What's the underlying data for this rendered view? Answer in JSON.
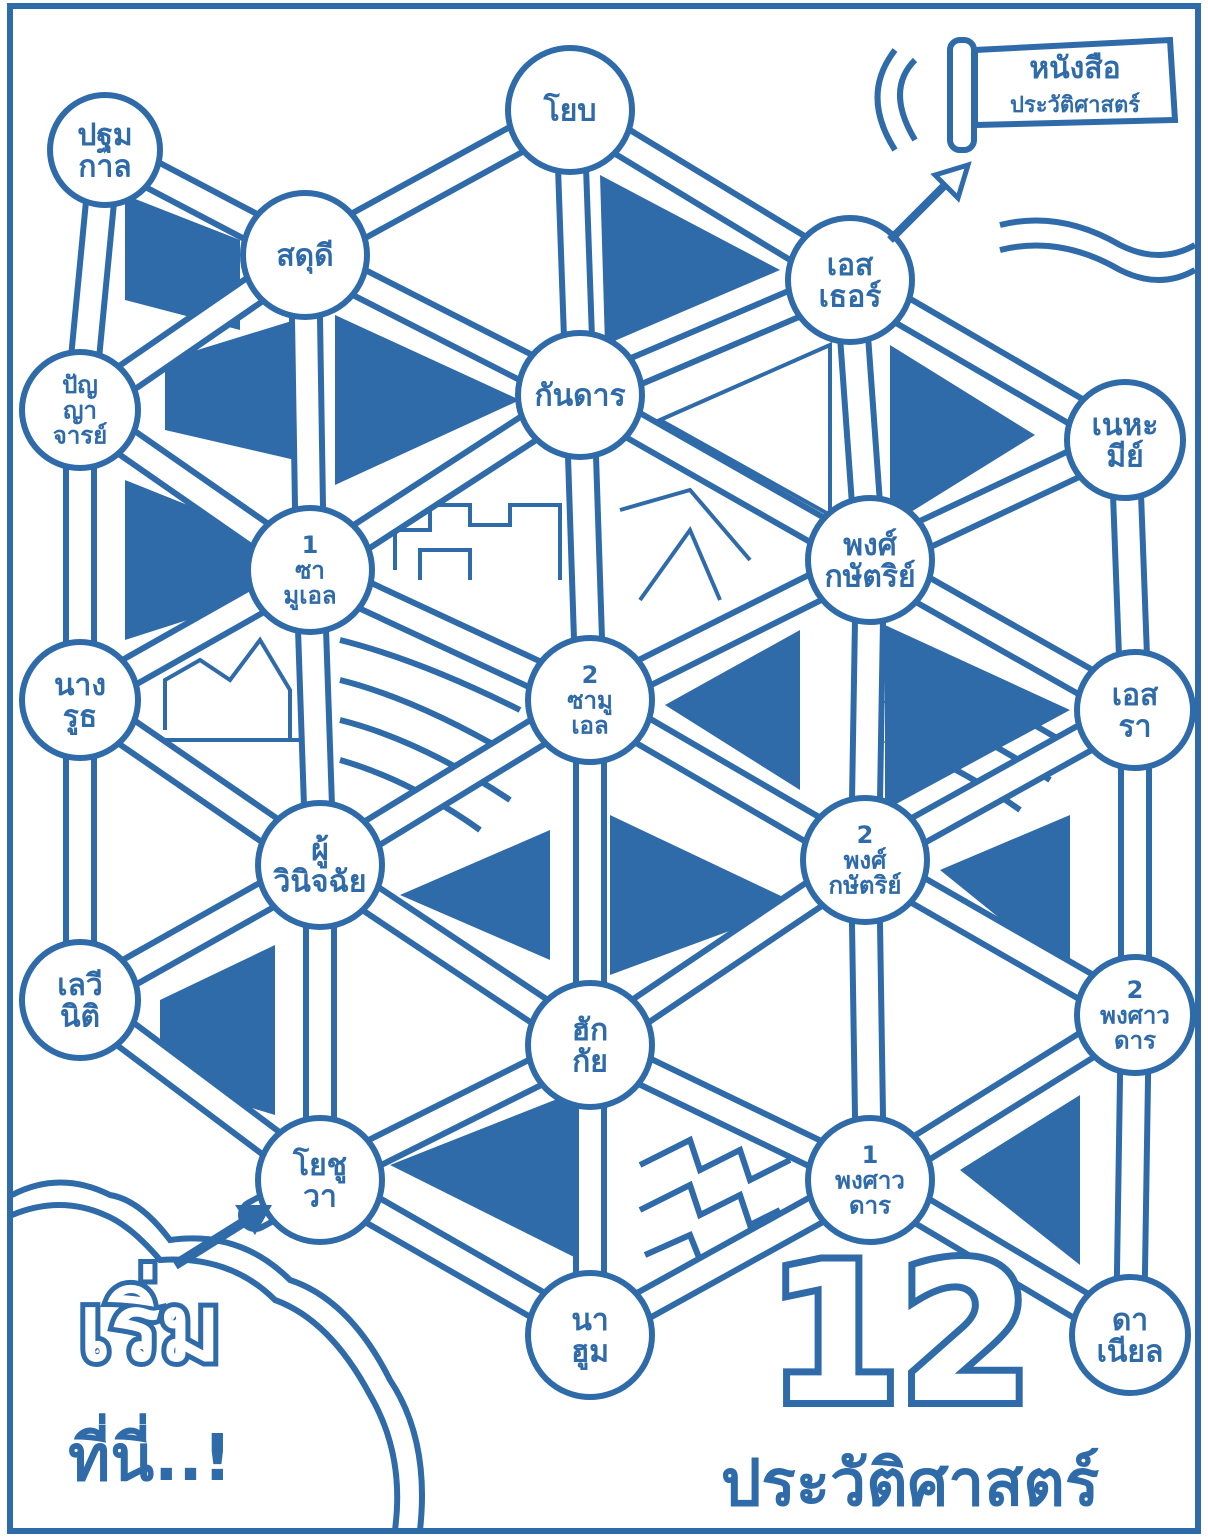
{
  "nodes": {
    "pathom_kan": "ปฐม\nกาล",
    "yob": "โยบ",
    "sadudi": "สดุดี",
    "kantan": "กันดาร",
    "esther": "เอส\nเธอร์",
    "panyachan": "ปัญ\nญา\nจารย์",
    "nehemiah": "เนหะ\nมีย์",
    "samuel1": "1\nซา\nมูเอล",
    "kasat2": "พงศ์\nกษัตริย์",
    "ruth": "นาง\nรูธ",
    "samuel2": "2\nซามู\nเอล",
    "ezra": "เอส\nรา",
    "judges": "ผู้\nวินิจฉัย",
    "kasat2b": "2\nพงศ์\nกษัตริย์",
    "levit": "เลวี\nนิติ",
    "habakkuk": "ฮัก\nกัย",
    "chron2": "2\nพงศาว\nดาร",
    "joshua": "โยชู\nวา",
    "chron1": "1\nพงศาว\nดาร",
    "nahum": "นา\nฮูม",
    "daniel": "ดา\nเนียล"
  },
  "scroll_sign": "หนังสือ\nประวัติศาสตร์",
  "start_label": "เริ่ม",
  "start_sub": "ที่นี่..!",
  "big_number": "12",
  "footer_title": "ประวัติศาสตร์",
  "colors": {
    "ink": "#2f6aa9",
    "paper": "#ffffff"
  }
}
